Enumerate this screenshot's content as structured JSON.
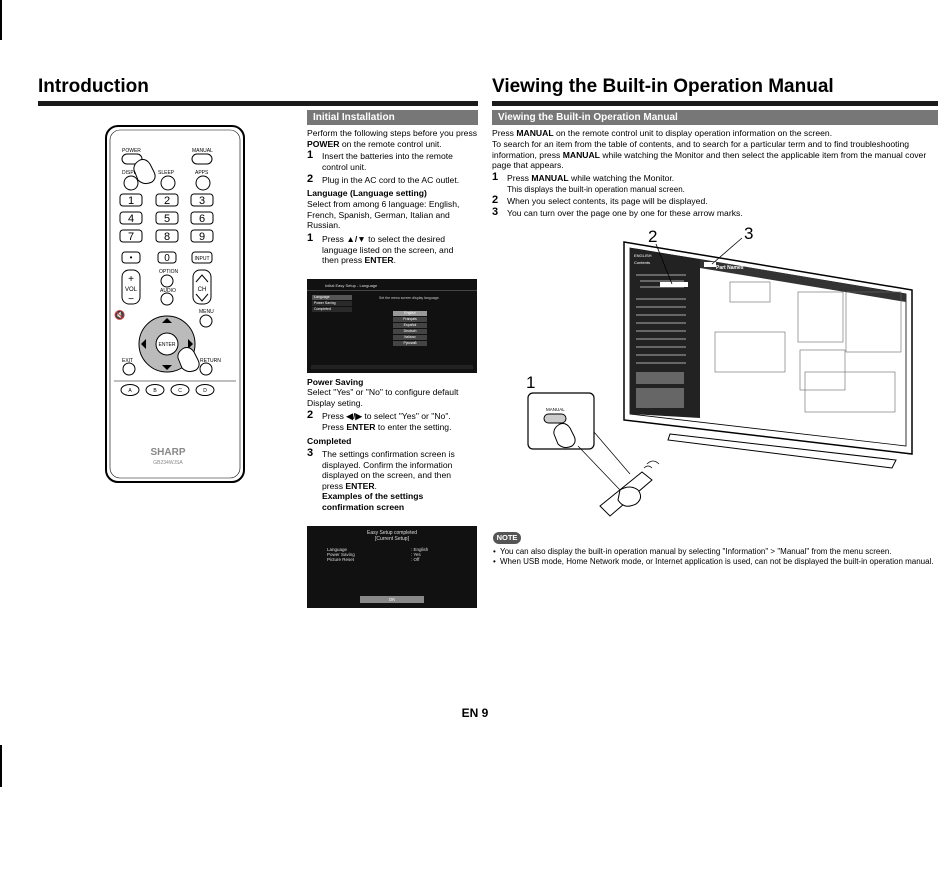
{
  "left": {
    "title": "Introduction",
    "band": "Initial Installation",
    "intro_pre": "Perform the following steps before you press ",
    "intro_bold": "POWER",
    "intro_post": " on the remote control unit.",
    "step1_num": "1",
    "step1": "Insert the batteries into the remote control unit.",
    "step2_num": "2",
    "step2": "Plug in the AC cord to the AC outlet.",
    "lang_head": "Language (Language setting)",
    "lang_text": "Select from among 6 language: English, French, Spanish, German, Italian and Russian.",
    "lstep1_num": "1",
    "lstep1_pre": "Press ",
    "lstep1_arrows": "▲/▼",
    "lstep1_mid": " to select the desired language listed on the screen, and then press ",
    "lstep1_bold": "ENTER",
    "lstep1_end": ".",
    "power_head": "Power Saving",
    "power_text": "Select \"Yes\" or \"No\" to configure default Display seting.",
    "pstep2_num": "2",
    "pstep2_pre": "Press ",
    "pstep2_arrows": "◀/▶",
    "pstep2_mid": " to select \"Yes\" or \"No\". Press ",
    "pstep2_bold": "ENTER",
    "pstep2_end": " to enter the setting.",
    "completed_head": "Completed",
    "cstep3_num": "3",
    "cstep3_pre": "The settings confirmation screen is displayed. Confirm the information displayed on the screen, and then press ",
    "cstep3_bold": "ENTER",
    "cstep3_end": ".",
    "examples": "Examples of the settings confirmation screen"
  },
  "screen1": {
    "header": "Initial Easy Setup - Language",
    "menu": [
      "Language",
      "Power Saving",
      "Completed"
    ],
    "prompt": "Set the menu screen display language.",
    "languages": [
      "English",
      "Français",
      "Español",
      "Deutsch",
      "Italiano",
      "Русский"
    ]
  },
  "screen2": {
    "line1": "Easy Setup completed",
    "line2": "[Current Setup]",
    "rows": [
      {
        "label": "Language",
        "value": ": English"
      },
      {
        "label": "Power Saving",
        "value": ": Yes"
      },
      {
        "label": "Picture Reset",
        "value": ": Off"
      }
    ],
    "ok": "OK"
  },
  "remote": {
    "power": "POWER",
    "manual": "MANUAL",
    "display": "DISPLAY",
    "sleep": "SLEEP",
    "apps": "APPS",
    "digits": [
      "1",
      "2",
      "3",
      "4",
      "5",
      "6",
      "7",
      "8",
      "9"
    ],
    "dot": "•",
    "zero": "0",
    "input": "INPUT",
    "option": "OPTION",
    "vol": "VOL",
    "ch": "CH",
    "audio": "AUDIO",
    "menu_label": "MENU",
    "enter": "ENTER",
    "exit": "EXIT",
    "return": "RETURN",
    "abcd": [
      "A",
      "B",
      "C",
      "D"
    ],
    "brand": "SHARP",
    "model": "GB234WJSA"
  },
  "right": {
    "title": "Viewing the Built-in Operation Manual",
    "band": "Viewing the Built-in Operation Manual",
    "p1_pre": "Press ",
    "p1_bold": "MANUAL",
    "p1_post": " on the remote control unit to display operation information on the screen.",
    "p2_pre": "To search for an item from the table of contents, and to search for a particular term and to find troubleshooting information, press ",
    "p2_bold": "MANUAL",
    "p2_post": " while watching the Monitor and then select the applicable item from the manual cover page that appears.",
    "s1_num": "1",
    "s1_pre": "Press ",
    "s1_bold": "MANUAL",
    "s1_post": " while watching the Monitor.",
    "s1_sub": "This displays the built-in operation manual screen.",
    "s2_num": "2",
    "s2": "When you select contents, its page will be displayed.",
    "s3_num": "3",
    "s3": "You can turn over the page one by one for these arrow marks.",
    "callout1": "1",
    "callout2": "2",
    "callout3": "3",
    "manual_label": "MANUAL",
    "tv_header": "Part Names",
    "tv_lang": "ENGLISH",
    "tv_contents": "Contents"
  },
  "note": {
    "badge": "NOTE",
    "b1": "You can also display the built-in operation manual by selecting \"Information\" > \"Manual\" from the menu screen.",
    "b2": "When USB mode, Home Network mode, or Internet application is used, can not be displayed the built-in operation manual."
  },
  "footer": {
    "page": "EN 9"
  }
}
